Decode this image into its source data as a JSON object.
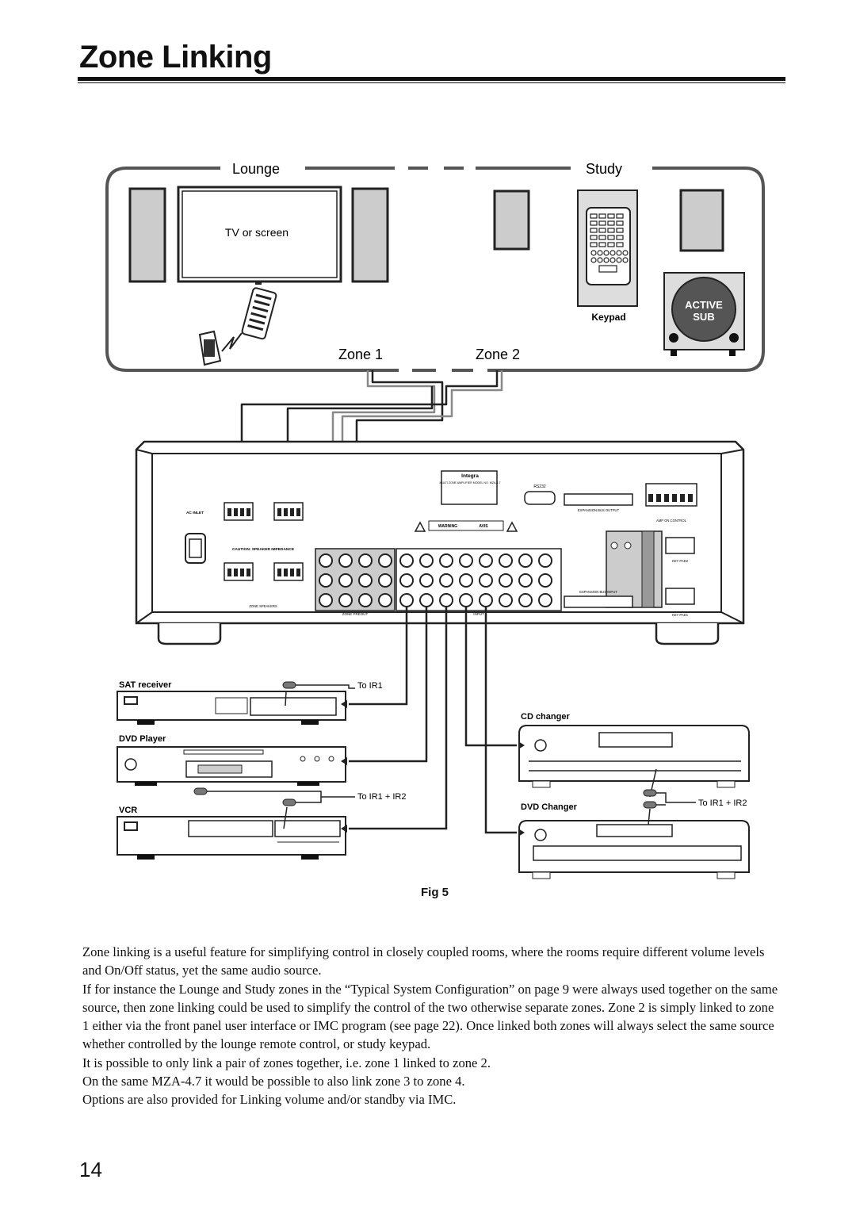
{
  "page": {
    "title": "Zone Linking",
    "page_number": "14"
  },
  "figure": {
    "caption": "Fig 5",
    "rooms": {
      "lounge": "Lounge",
      "study": "Study",
      "tv_label": "TV or screen",
      "keypad_label": "Keypad",
      "sub_label_1": "ACTIVE",
      "sub_label_2": "SUB",
      "zone1": "Zone 1",
      "zone2": "Zone 2"
    },
    "amp": {
      "brand": "Integra",
      "model": "MULTI ZONE AMPLIFIER MODEL NO. MZA-4.7",
      "ac_inlet": "AC INLET",
      "rs232": "RS232",
      "expansion_output": "EXPANSION BUS OUTPUT",
      "expansion_input": "EXPANSION BUS INPUT",
      "amp_on_control": "AMP ON CONTROL",
      "key_pad2": "KEY PAD2",
      "key_pad1": "KEY PAD1",
      "caution": "CAUTION: SPEAKER IMPEDANCE",
      "zone_speakers": "ZONE SPEAKERS",
      "zone_preout": "ZONE PREOUT",
      "input": "INPUT",
      "warning": "WARNING",
      "avis": "AVIS"
    },
    "sources": {
      "sat": "SAT receiver",
      "dvd_player": "DVD Player",
      "vcr": "VCR",
      "cd_changer": "CD changer",
      "dvd_changer": "DVD Changer",
      "to_ir1": "To IR1",
      "to_ir1_ir2_left": "To IR1 + IR2",
      "to_ir1_ir2_right": "To IR1 + IR2"
    }
  },
  "body": {
    "paragraphs": [
      "Zone linking is a useful feature for simplifying control in closely coupled rooms, where the rooms require different volume levels and On/Off status, yet the same audio source.",
      "If for instance the Lounge and Study zones in the “Typical System Configuration” on page 9 were always used together on the same source, then zone linking could be used to simplify the control of the two otherwise separate zones. Zone 2 is simply linked to zone 1 either via the front panel user interface or IMC program (see page 22). Once linked both zones will always select the same source whether controlled by the lounge remote control, or study keypad.",
      "It is possible to only link a pair of zones together, i.e. zone 1 linked to zone 2.",
      "On the same MZA-4.7 it would be possible to also link zone 3 to zone 4.",
      "Options are also provided for Linking volume and/or standby via IMC."
    ]
  }
}
